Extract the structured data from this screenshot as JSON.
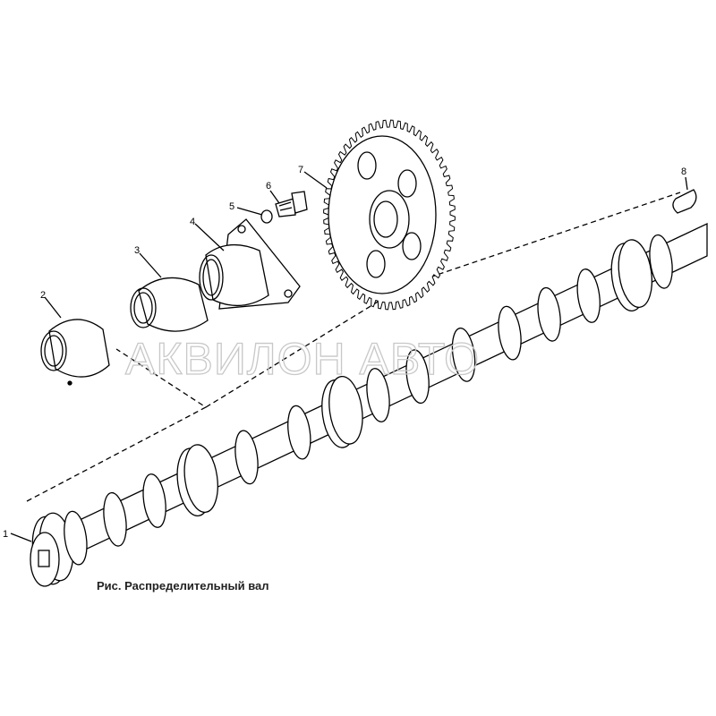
{
  "caption": "Рис. Распределительный вал",
  "watermark": "АКВИЛОН АВТО",
  "callouts": [
    "1",
    "2",
    "3",
    "4",
    "5",
    "6",
    "7",
    "8"
  ],
  "parts": [
    "camshaft",
    "bushing",
    "bushing",
    "thrust-flange",
    "washer",
    "bolt",
    "camshaft-gear",
    "key"
  ]
}
